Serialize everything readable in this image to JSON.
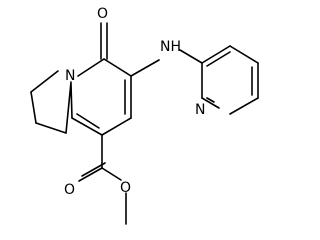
{
  "diagram": {
    "atoms": {
      "ring_nitrogen": "N",
      "carbonyl_oxygen": "O",
      "amine": "NH",
      "pyridine_nitrogen": "N",
      "ester_carbonyl_oxygen": "O",
      "ester_oxygen": "O"
    }
  }
}
